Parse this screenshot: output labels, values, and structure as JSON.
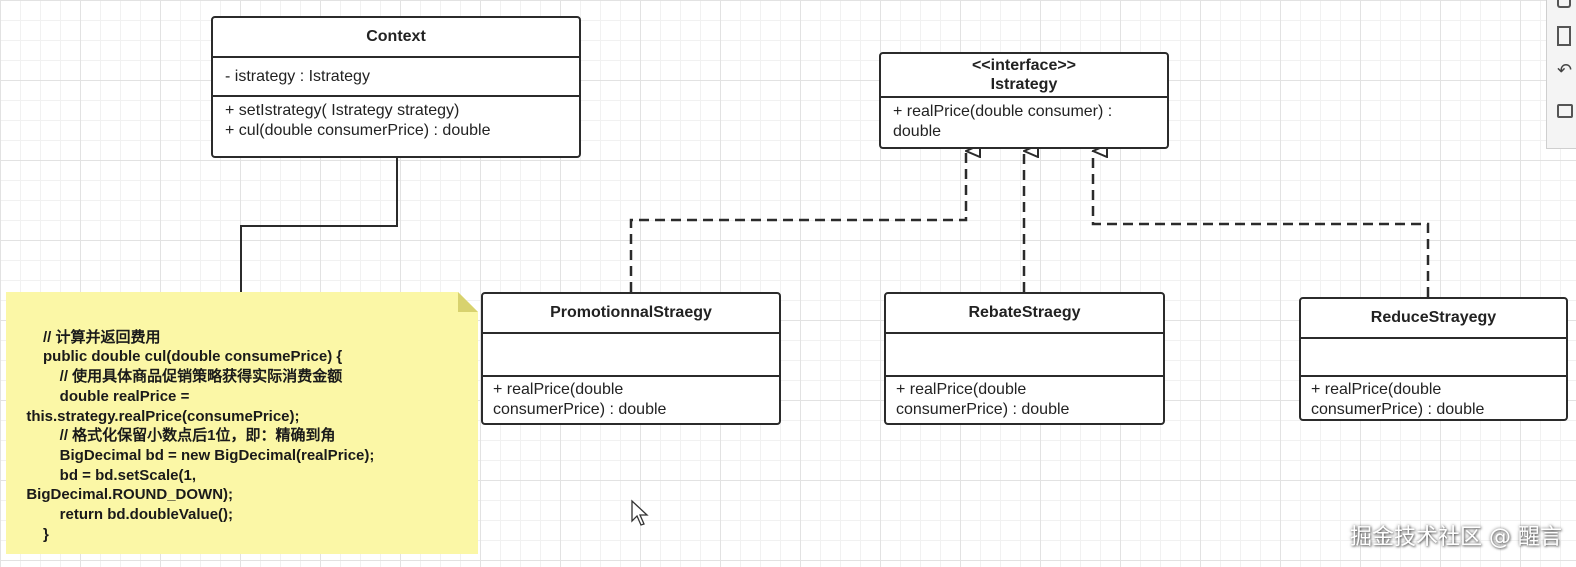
{
  "classes": {
    "context": {
      "name": "Context",
      "attributes": [
        "- istrategy : Istrategy"
      ],
      "operations": [
        "+ setIstrategy( Istrategy strategy)",
        "+ cul(double consumerPrice) : double"
      ]
    },
    "istrategy": {
      "stereotype": "<<interface>>",
      "name": "Istrategy",
      "operations": [
        "+ realPrice(double consumer) :",
        "double"
      ]
    },
    "promotional": {
      "name": "PromotionnalStraegy",
      "operations": [
        "+ realPrice(double",
        "consumerPrice) : double"
      ]
    },
    "rebate": {
      "name": "RebateStraegy",
      "operations": [
        "+ realPrice(double",
        "consumerPrice) : double"
      ]
    },
    "reduce": {
      "name": "ReduceStrayegy",
      "operations": [
        "+ realPrice(double",
        "consumerPrice) : double"
      ]
    }
  },
  "note": {
    "lines": [
      "    // 计算并返回费用",
      "    public double cul(double consumePrice) {",
      "        // 使用具体商品促销策略获得实际消费金额",
      "        double realPrice =",
      "this.strategy.realPrice(consumePrice);",
      "        // 格式化保留小数点后1位，即：精确到角",
      "        BigDecimal bd = new BigDecimal(realPrice);",
      "        bd = bd.setScale(1,",
      "BigDecimal.ROUND_DOWN);",
      "        return bd.doubleValue();",
      "    }"
    ]
  },
  "watermark": "掘金技术社区 @ 醒言",
  "colors": {
    "note_background": "#fbf7a6",
    "stroke": "#2b2b2b",
    "grid": "#e2e2e2"
  },
  "icons": [
    "cursor-icon",
    "toolbar-icons"
  ]
}
